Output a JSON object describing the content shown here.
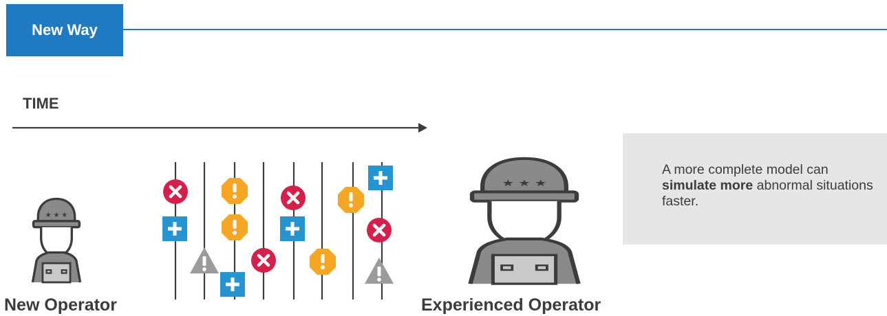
{
  "header": {
    "tab_label": "New Way"
  },
  "timeline": {
    "label": "TIME"
  },
  "operators": {
    "new": {
      "label": "New Operator"
    },
    "experienced": {
      "label": "Experienced Operator"
    }
  },
  "info": {
    "text_before": "A more complete model can ",
    "text_bold": "simulate more",
    "text_after": " abnormal situations faster."
  },
  "colors": {
    "accent": "#1f7ac2",
    "error": "#d4204a",
    "warning": "#f5a623",
    "add": "#2694d1",
    "caution": "#9b9b9b"
  },
  "icons": {
    "error": "error-x-icon",
    "warning": "warning-octagon-icon",
    "add": "plus-square-icon",
    "caution": "caution-triangle-icon"
  }
}
